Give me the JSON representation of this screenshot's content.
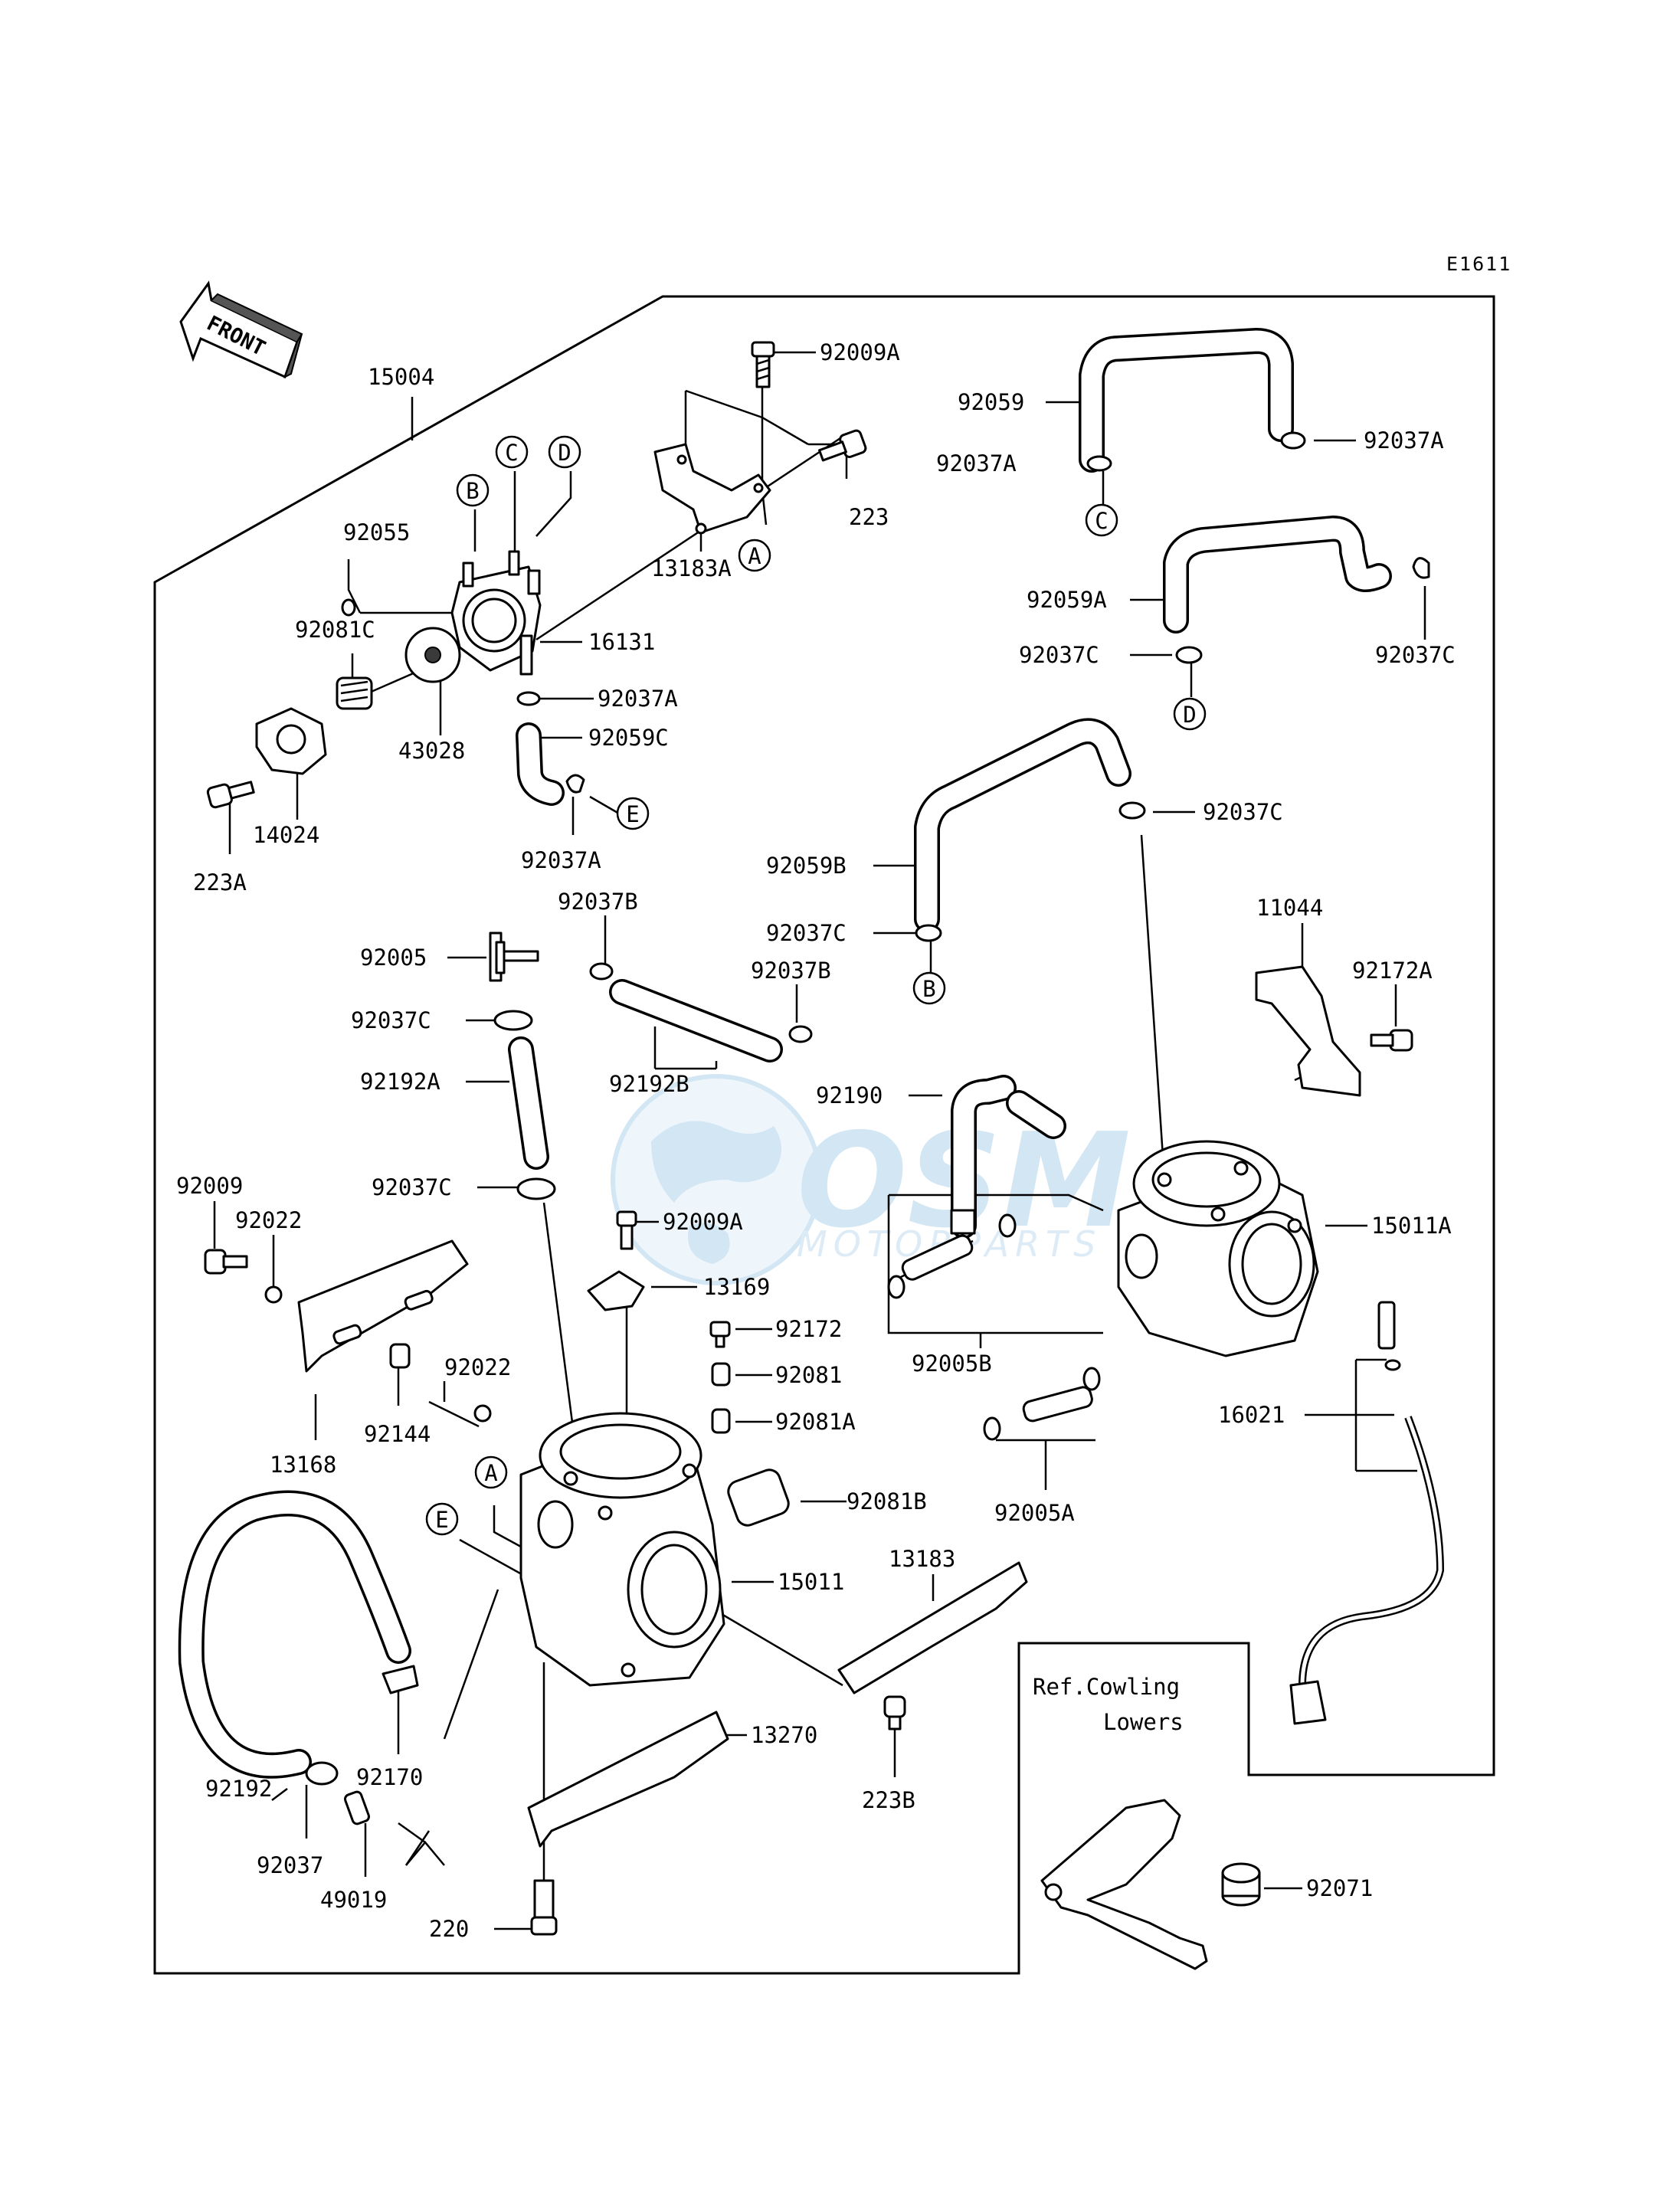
{
  "diagram": {
    "code": "E1611",
    "front_label": "FRONT",
    "reference_note": [
      "Ref.Cowling",
      "Lowers"
    ],
    "watermark": {
      "logo": "OSM",
      "tagline": "MOTORPARTS",
      "color": "#7fb8e0"
    },
    "callouts": [
      "A",
      "B",
      "C",
      "D",
      "E",
      "A",
      "B",
      "C",
      "D",
      "E"
    ],
    "part_labels": [
      "15004",
      "92009A",
      "92059",
      "92037A",
      "92037A",
      "223",
      "13183A",
      "92055",
      "92081C",
      "16131",
      "92037A",
      "92059A",
      "92037C",
      "92037C",
      "92059C",
      "43028",
      "14024",
      "223A",
      "92037A",
      "92037C",
      "92059B",
      "92005",
      "92037B",
      "92037C",
      "92037B",
      "11044",
      "92172A",
      "92037C",
      "92192B",
      "92192A",
      "92190",
      "92009",
      "92022",
      "92037C",
      "92009A",
      "15011A",
      "13169",
      "92172",
      "92081",
      "92005B",
      "92022",
      "92081A",
      "16021",
      "92144",
      "13168",
      "92081B",
      "92005A",
      "15011",
      "13183",
      "13270",
      "92192",
      "92170",
      "223B",
      "92037",
      "49019",
      "220",
      "92071"
    ]
  }
}
